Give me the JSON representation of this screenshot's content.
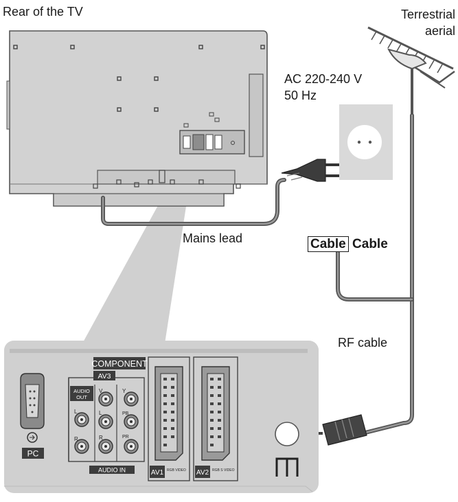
{
  "labels": {
    "rear_title": "Rear of the TV",
    "aerial_line1": "Terrestrial",
    "aerial_line2": "aerial",
    "ac_line1": "AC 220-240 V",
    "ac_line2": "50 Hz",
    "mains_lead": "Mains lead",
    "cable_boxed": "Cable",
    "cable_plain": "Cable",
    "rf_cable": "RF cable"
  },
  "panel": {
    "component": "COMPONENT",
    "av3": "AV3",
    "audio_out_line1": "AUDIO",
    "audio_out_line2": "OUT",
    "audio_in": "AUDIO IN",
    "pc": "PC",
    "av1": "AV1",
    "av2": "AV2",
    "jack_y": "Y",
    "jack_v": "V",
    "jack_l1": "L",
    "jack_l2": "L",
    "jack_r1": "R",
    "jack_r2": "R",
    "jack_pb": "PB",
    "jack_pr": "PR",
    "av1_small": "RGB VIDEO",
    "av2_small": "RGB S VIDEO"
  },
  "colors": {
    "tv_body": "#d2d2d2",
    "panel_bg": "#cfcfcf",
    "cable": "#6b6b6b",
    "label_dark": "#3d3d3d"
  },
  "icons": {
    "rf_socket": "rf-socket-icon",
    "aerial_symbol": "aerial-symbol-icon",
    "mains_plug": "mains-plug-icon",
    "wall_socket": "wall-socket-icon"
  }
}
